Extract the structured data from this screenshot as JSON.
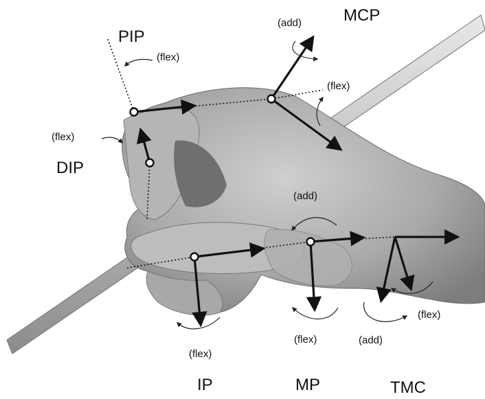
{
  "labels": {
    "pip": "PIP",
    "dip": "DIP",
    "mcp": "MCP",
    "ip": "IP",
    "mp": "MP",
    "tmc": "TMC"
  },
  "motions": {
    "pip_flex": "(flex)",
    "dip_flex": "(flex)",
    "mcp_add": "(add)",
    "mcp_flex": "(flex)",
    "mp_add": "(add)",
    "ip_flex": "(flex)",
    "mp_flex": "(flex)",
    "tmc_add": "(add)",
    "tmc_flex": "(flex)"
  },
  "image": {
    "subject": "hand-holding-rod-photo",
    "tone": "grayscale"
  },
  "colors": {
    "axis": "#111111",
    "joint_fill": "#ffffff",
    "background": "#ffffff"
  }
}
